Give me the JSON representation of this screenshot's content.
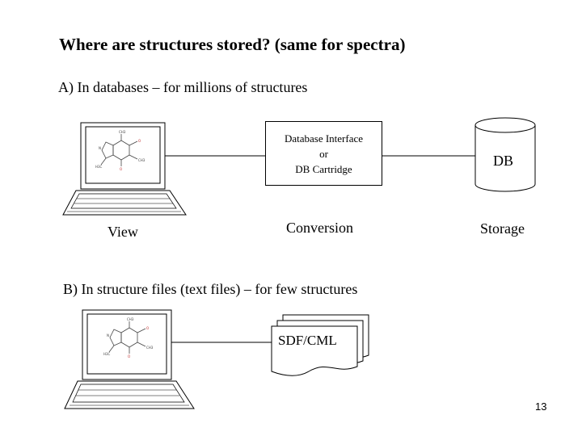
{
  "title": "Where are structures stored? (same for spectra)",
  "section_a": "A) In databases – for millions of structures",
  "section_b": "B) In structure files (text files) – for few structures",
  "db_interface": {
    "line1": "Database Interface",
    "line2": "or",
    "line3": "DB Cartridge"
  },
  "db_label": "DB",
  "labels": {
    "view": "View",
    "conversion": "Conversion",
    "storage": "Storage"
  },
  "file_label": "SDF/CML",
  "page_number": "13"
}
